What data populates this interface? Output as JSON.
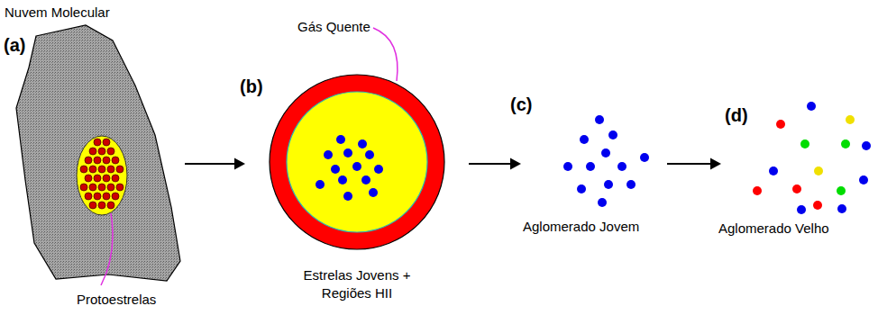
{
  "diagram": {
    "nodes": [
      {
        "text": [
          "Nuvem Molecular"
        ]
      },
      {
        "text": [
          "Estrelas Jovens + Regiões HII"
        ]
      },
      {
        "text": [
          "Aglomerado Jovem"
        ]
      },
      {
        "text": [
          "Aglomerado Velho"
        ]
      }
    ],
    "edges": [
      {
        "from": 0,
        "to": 1,
        "arrow": "to"
      },
      {
        "from": 1,
        "to": 2,
        "arrow": "to"
      },
      {
        "from": 2,
        "to": 3,
        "arrow": "to"
      }
    ],
    "labels": [
      "(a)",
      "Protoestrelas",
      "(b)",
      "Gás Quente",
      "(c)",
      "(d)"
    ]
  }
}
